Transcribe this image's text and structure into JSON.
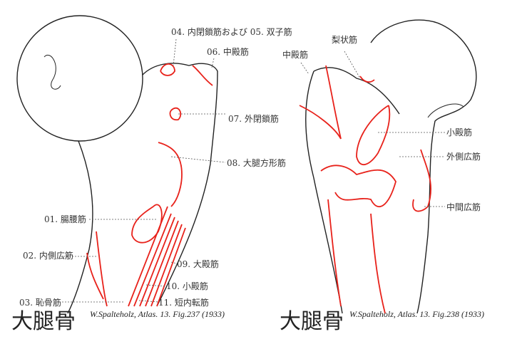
{
  "left_figure": {
    "title": "大腿骨",
    "citation": "W.Spalteholz, Atlas. 13. Fig.237 (1933)",
    "labels": {
      "l04": "04. 内閉鎖筋および 05. 双子筋",
      "l06": "06. 中殿筋",
      "l07": "07. 外閉鎖筋",
      "l08": "08. 大腿方形筋",
      "l01": "01. 腸腰筋",
      "l02": "02. 内側広筋",
      "l09": "09. 大殿筋",
      "l10": "10. 小殿筋",
      "l11": "11. 短内転筋",
      "l03": "03. 恥骨筋"
    }
  },
  "right_figure": {
    "title": "大腿骨",
    "citation": "W.Spalteholz, Atlas. 13. Fig.238 (1933)",
    "labels": {
      "piriformis": "梨状筋",
      "gluteus_medius": "中殿筋",
      "gluteus_minimus": "小殿筋",
      "vastus_lateralis": "外側広筋",
      "vastus_intermedius": "中間広筋"
    }
  },
  "colors": {
    "muscle_outline": "#e8221b",
    "bone_outline": "#222222",
    "leader": "#555555"
  }
}
